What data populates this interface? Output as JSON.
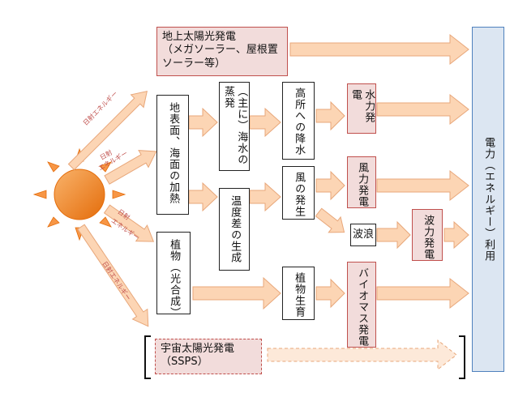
{
  "boxes": {
    "ground_solar": "地上太陽光発電\n（メガソーラー、屋根置\nソーラー等）",
    "surface_heating": "地表面、海面の加熱",
    "plants": "植物（光合成）",
    "evaporation": "（主に）海水の蒸発",
    "temp_difference": "温度差の生成",
    "high_water": "高所への降水",
    "wind_generation": "風の発生",
    "waves": "波浪",
    "plant_growth": "植物生育",
    "hydro_power": "水力発電",
    "wind_power": "風力発電",
    "wave_power": "波力発電",
    "biomass_power": "バイオマス発電",
    "space_solar": "宇宙太陽光発電\n（SSPS）",
    "utilization": "電力（エネルギー）利用"
  },
  "ray_labels": {
    "ray1": "日射エネルギー",
    "ray2_top": "日射",
    "ray2_bottom": "エネルギー",
    "ray3_top": "日射",
    "ray3_bottom": "エネルギー",
    "ray4": "日射エネルギー"
  },
  "colors": {
    "sun": "#f79646",
    "arrow_fill": "#fcd5b4",
    "arrow_stroke": "#e8a77a",
    "pink_box": "#f2dcdb",
    "pink_border": "#c0504d",
    "util_box": "#dce6f2"
  }
}
